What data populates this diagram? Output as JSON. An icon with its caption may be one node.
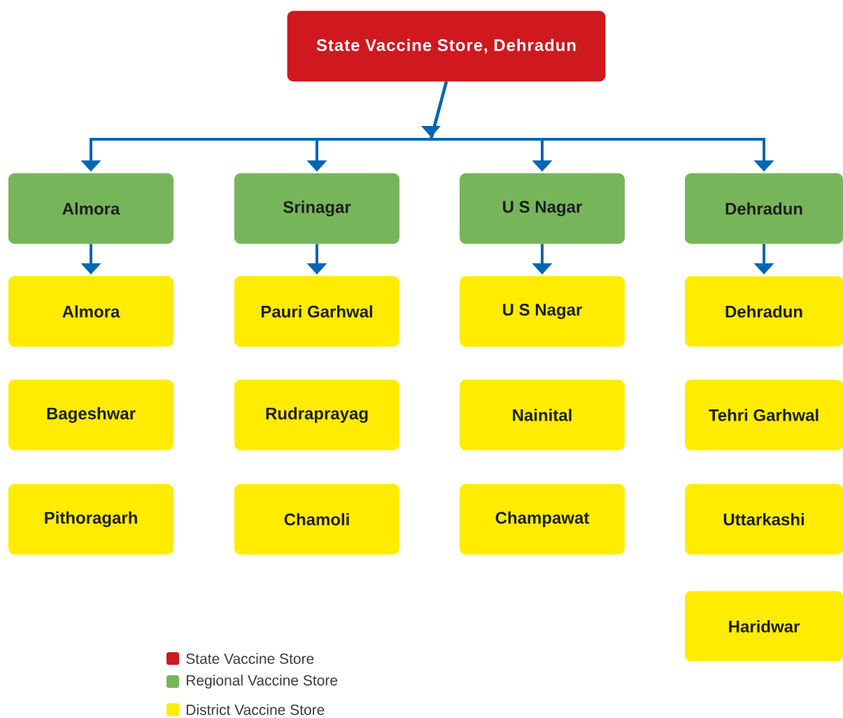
{
  "diagram": {
    "nodes": [
      {
        "text": [
          "State Vaccine Store, Dehradun"
        ]
      },
      {
        "text": [
          "Almora"
        ]
      },
      {
        "text": [
          "Srinagar"
        ]
      },
      {
        "text": [
          "U S Nagar"
        ]
      },
      {
        "text": [
          "Dehradun"
        ]
      },
      {
        "text": [
          "Almora"
        ]
      },
      {
        "text": [
          "Pauri Garhwal"
        ]
      },
      {
        "text": [
          "U S Nagar"
        ]
      },
      {
        "text": [
          "Dehradun"
        ]
      },
      {
        "text": [
          "Bageshwar"
        ]
      },
      {
        "text": [
          "Rudraprayag"
        ]
      },
      {
        "text": [
          "Nainital"
        ]
      },
      {
        "text": [
          "Tehri Garhwal"
        ]
      },
      {
        "text": [
          "Pithoragarh"
        ]
      },
      {
        "text": [
          "Chamoli"
        ]
      },
      {
        "text": [
          "Champawat"
        ]
      },
      {
        "text": [
          "Uttarkashi"
        ]
      },
      {
        "text": [
          "Haridwar"
        ]
      }
    ],
    "edges": [
      {
        "from": 0,
        "to": 1,
        "arrow": "to"
      },
      {
        "from": 0,
        "to": 2,
        "arrow": "to"
      },
      {
        "from": 0,
        "to": 3,
        "arrow": "to"
      },
      {
        "from": 0,
        "to": 4,
        "arrow": "to"
      },
      {
        "from": 1,
        "to": 5,
        "arrow": "to"
      },
      {
        "from": 2,
        "to": 6,
        "arrow": "to"
      },
      {
        "from": 3,
        "to": 7,
        "arrow": "to"
      },
      {
        "from": 4,
        "to": 8,
        "arrow": "to"
      }
    ],
    "legend": [
      {
        "text": "State Vaccine Store",
        "color": "#d0181f"
      },
      {
        "text": "Regional Vaccine Store",
        "color": "#77b55a"
      },
      {
        "text": "District Vaccine Store",
        "color": "#ffec00"
      }
    ]
  }
}
